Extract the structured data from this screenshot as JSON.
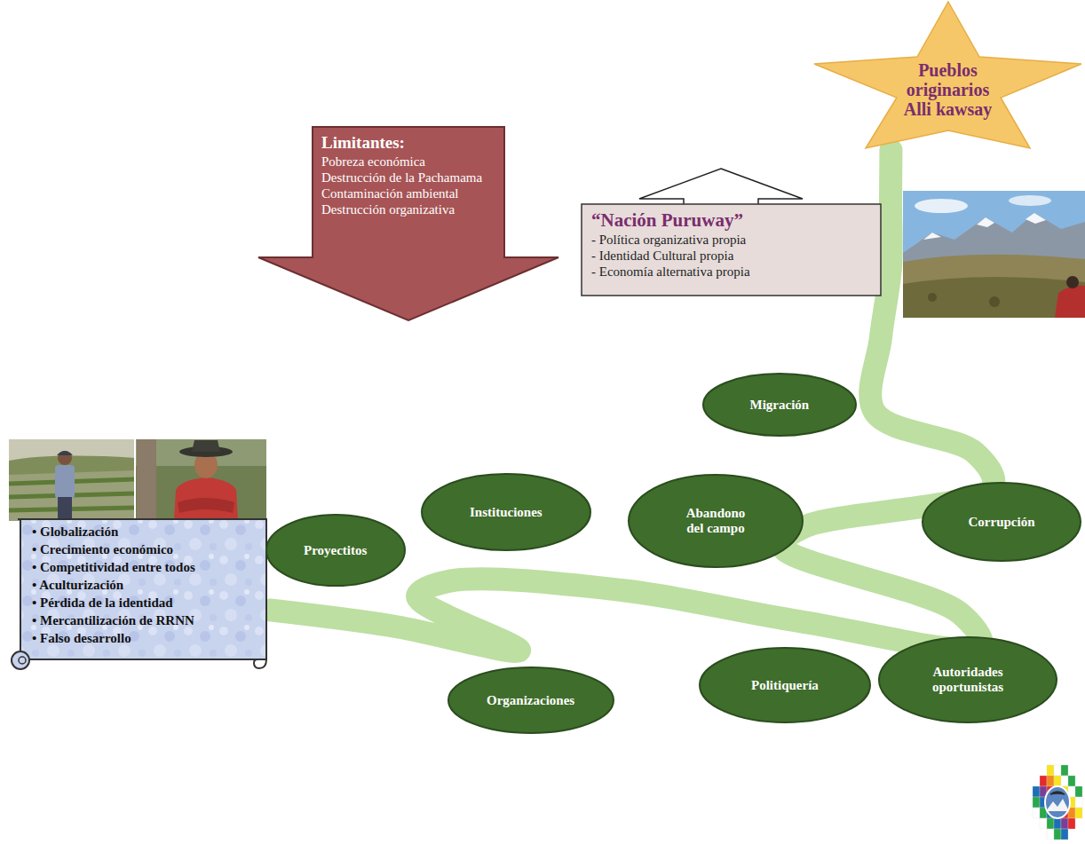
{
  "diagram": {
    "nodes": [
      {
        "text": [
          "Pueblos originarios Alli kawsay"
        ]
      },
      {
        "text": [
          "Limitantes:",
          "Pobreza económica",
          "Destrucción de la Pachamama",
          "Contaminación ambiental",
          "Destrucción organizativa"
        ]
      },
      {
        "text": [
          "“Nación Puruway”",
          "- Política organizativa propia",
          "- Identidad Cultural propia",
          "- Economía alternativa propia"
        ]
      },
      {
        "text": [
          "Migración"
        ]
      },
      {
        "text": [
          "• Globalización",
          "• Crecimiento económico",
          "• Competitividad entre todos",
          "• Aculturización",
          "• Pérdida de la identidad",
          "• Mercantilización de RRNN",
          "• Falso desarrollo"
        ]
      },
      {
        "text": [
          "Proyectitos"
        ]
      },
      {
        "text": [
          "Instituciones"
        ]
      },
      {
        "text": [
          "Abandono del campo"
        ]
      },
      {
        "text": [
          "Corrupción"
        ]
      },
      {
        "text": [
          "Organizaciones"
        ]
      },
      {
        "text": [
          "Politiquería"
        ]
      },
      {
        "text": [
          "Autoridades oportunistas"
        ]
      }
    ],
    "edges": [
      {
        "from": 4,
        "to": 0,
        "arrow": "none"
      }
    ]
  }
}
